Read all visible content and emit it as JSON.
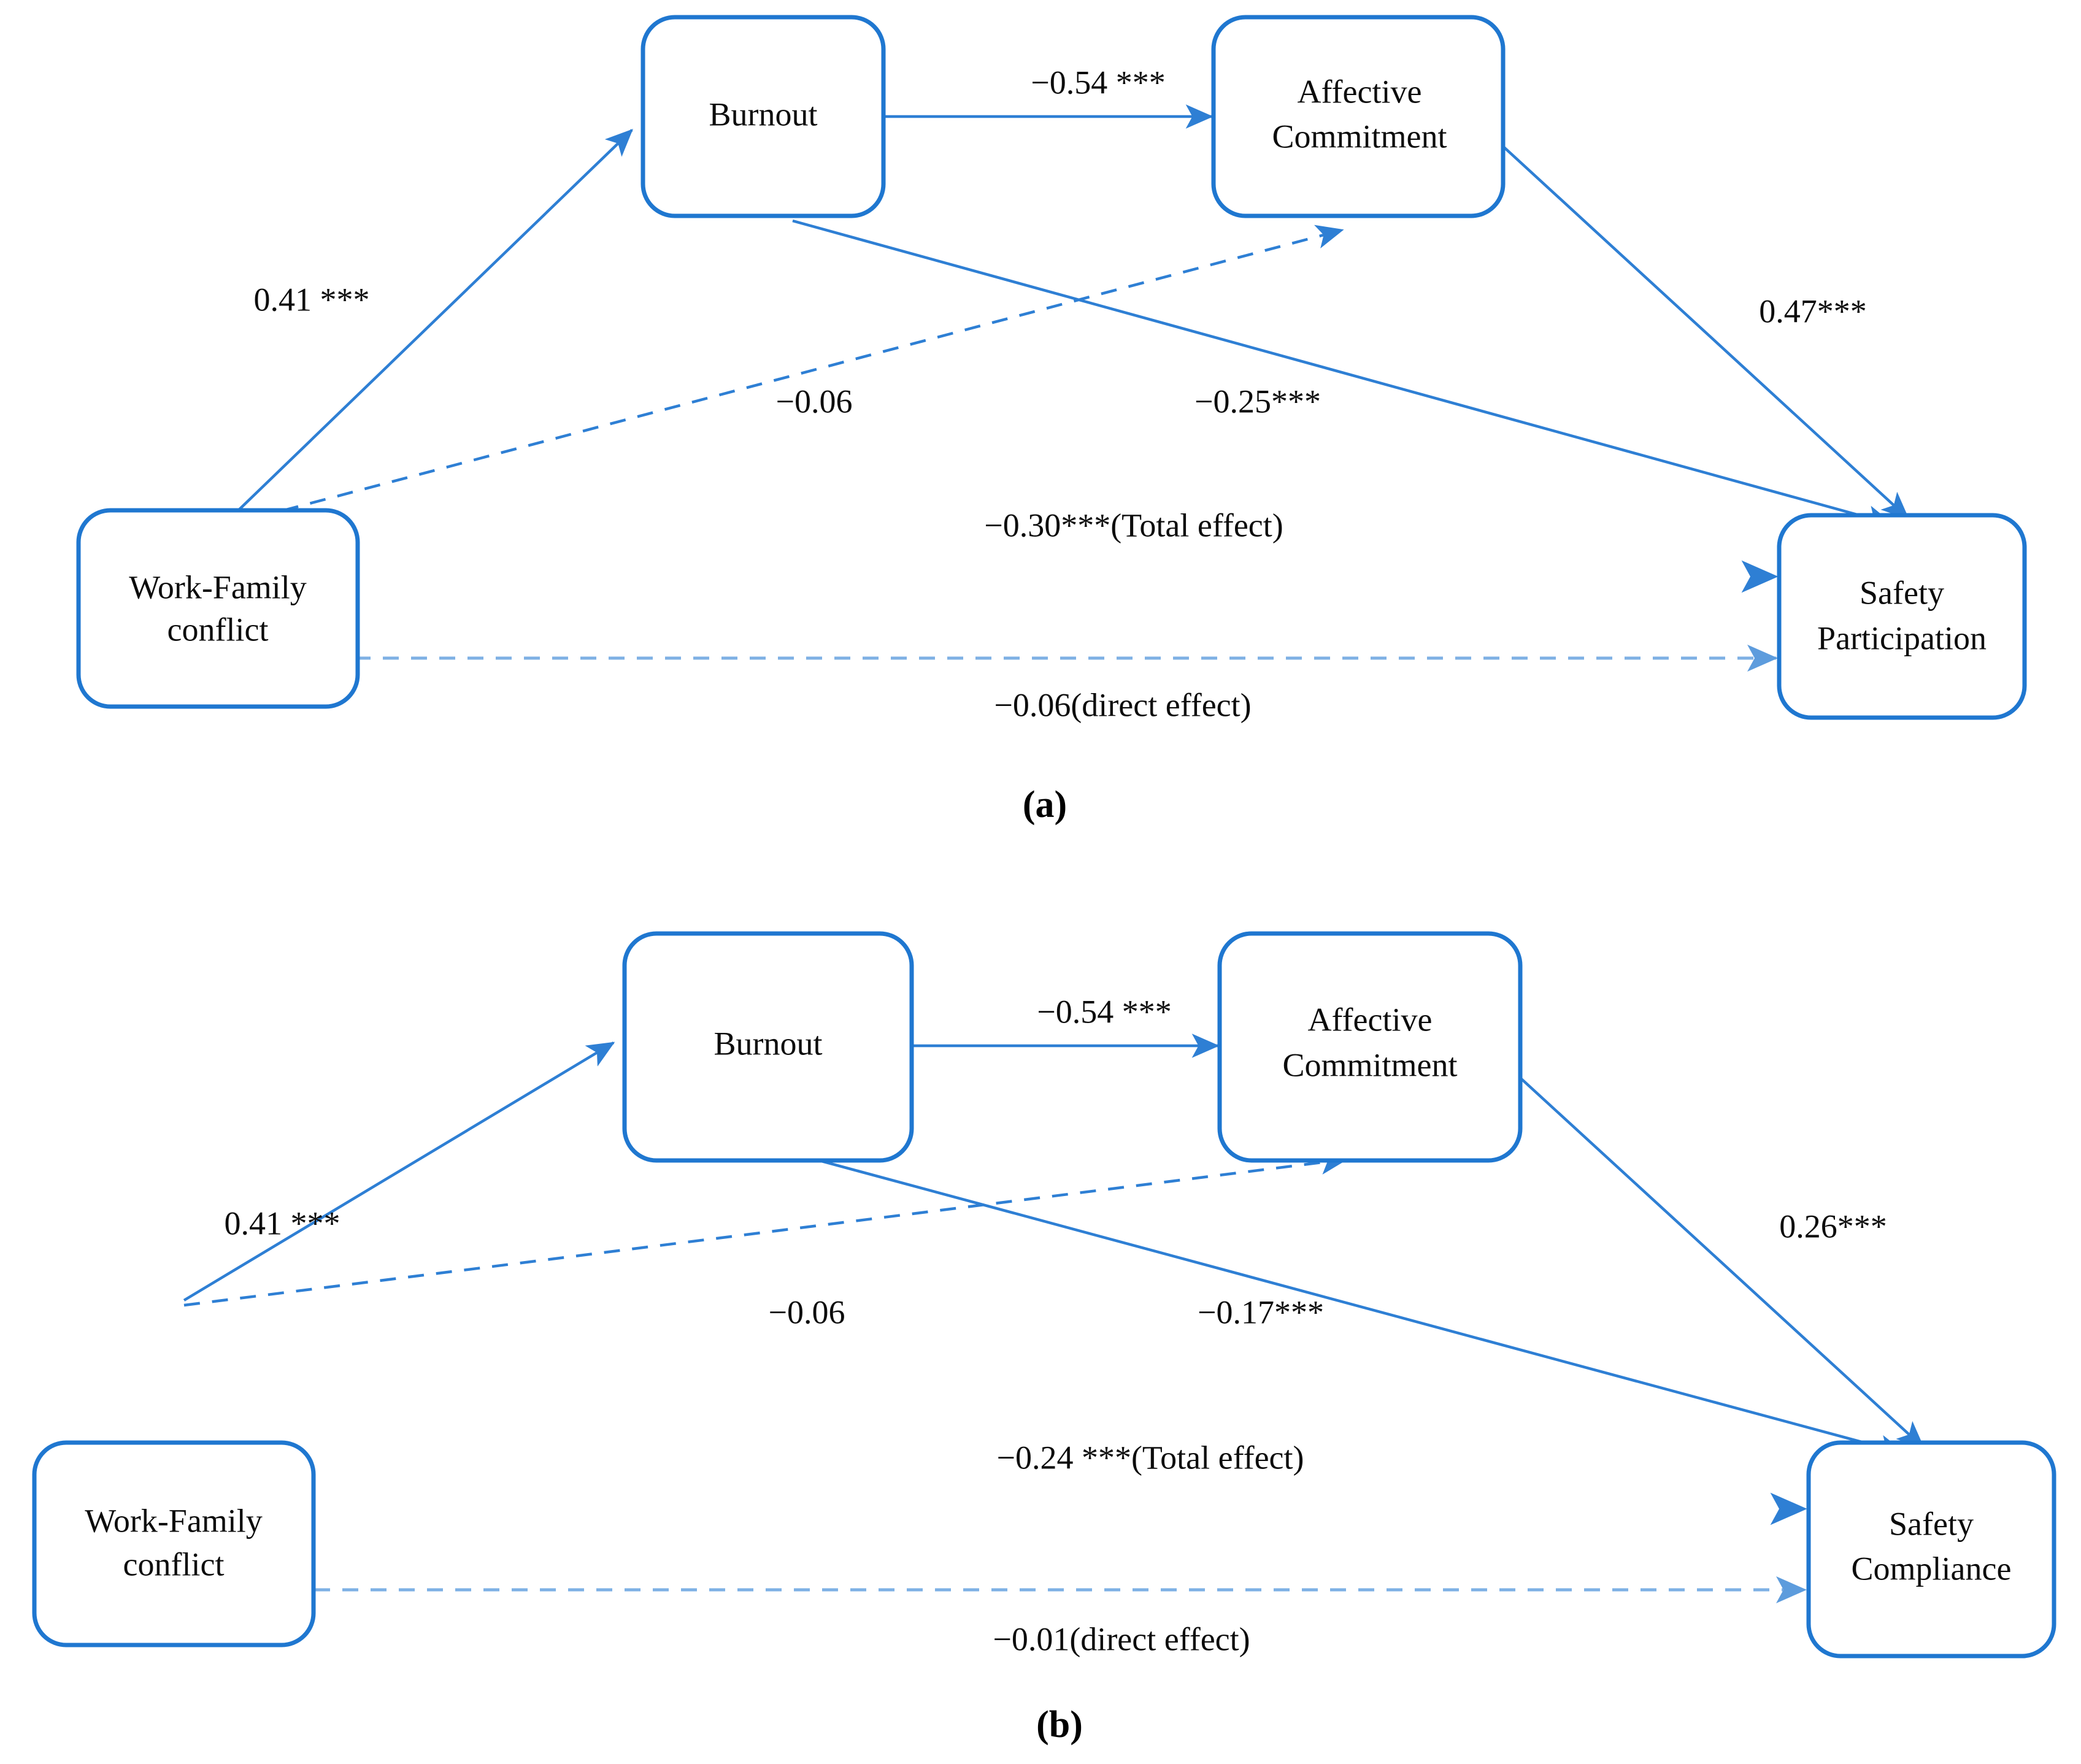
{
  "figure": {
    "type": "path-model-diagram",
    "panels": [
      {
        "id": "a",
        "caption": "(a)",
        "nodes": [
          {
            "id": "wfc",
            "label_line1": "Work-Family",
            "label_line2": "conflict"
          },
          {
            "id": "burnout",
            "label_line1": "Burnout",
            "label_line2": ""
          },
          {
            "id": "ac",
            "label_line1": "Affective",
            "label_line2": "Commitment"
          },
          {
            "id": "outcome",
            "label_line1": "Safety",
            "label_line2": "Participation"
          }
        ],
        "edges": [
          {
            "id": "wfc-burnout",
            "label": "0.41 ***",
            "style": "solid"
          },
          {
            "id": "burnout-ac",
            "label": "−0.54 ***",
            "style": "solid"
          },
          {
            "id": "wfc-ac",
            "label": "−0.06",
            "style": "dashed"
          },
          {
            "id": "burnout-outcome",
            "label": "−0.25***",
            "style": "solid"
          },
          {
            "id": "ac-outcome",
            "label": "0.47***",
            "style": "solid"
          },
          {
            "id": "wfc-outcome-total",
            "label": "−0.30***(Total effect)",
            "style": "solid"
          },
          {
            "id": "wfc-outcome-direct",
            "label": "−0.06(direct effect)",
            "style": "dashed"
          }
        ]
      },
      {
        "id": "b",
        "caption": "(b)",
        "nodes": [
          {
            "id": "wfc",
            "label_line1": "Work-Family",
            "label_line2": "conflict"
          },
          {
            "id": "burnout",
            "label_line1": "Burnout",
            "label_line2": ""
          },
          {
            "id": "ac",
            "label_line1": "Affective",
            "label_line2": "Commitment"
          },
          {
            "id": "outcome",
            "label_line1": "Safety",
            "label_line2": "Compliance"
          }
        ],
        "edges": [
          {
            "id": "wfc-burnout",
            "label": "0.41 ***",
            "style": "solid"
          },
          {
            "id": "burnout-ac",
            "label": "−0.54 ***",
            "style": "solid"
          },
          {
            "id": "wfc-ac",
            "label": "−0.06",
            "style": "dashed"
          },
          {
            "id": "burnout-outcome",
            "label": "−0.17***",
            "style": "solid"
          },
          {
            "id": "ac-outcome",
            "label": "0.26***",
            "style": "solid"
          },
          {
            "id": "wfc-outcome-total",
            "label": "−0.24 ***(Total effect)",
            "style": "solid"
          },
          {
            "id": "wfc-outcome-direct",
            "label": "−0.01(direct effect)",
            "style": "dashed"
          }
        ]
      }
    ],
    "colors": {
      "box_stroke": "#1f77d0",
      "edge": "#2e7fd4",
      "edge_faint": "#6aa5e0",
      "text": "#0c0c0c",
      "background": "#ffffff"
    }
  }
}
